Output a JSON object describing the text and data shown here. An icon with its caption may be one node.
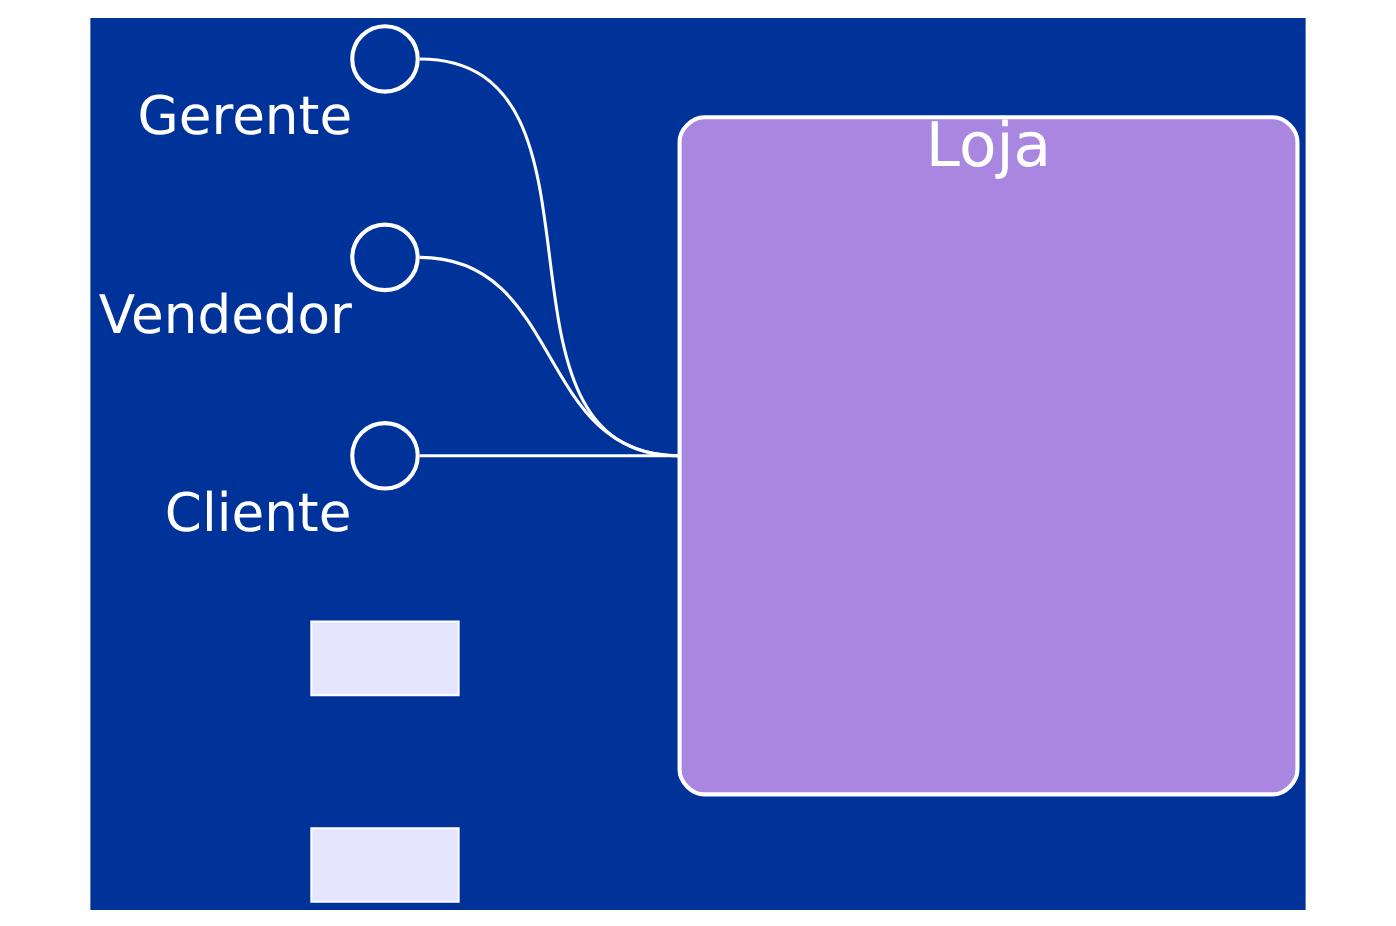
{
  "diagram": {
    "nodes": [
      {
        "text": [
          "Gerente"
        ]
      },
      {
        "text": [
          "Vendedor"
        ]
      },
      {
        "text": [
          "Cliente"
        ]
      },
      {
        "text": [
          "Loja"
        ]
      },
      {
        "text": [],
        "shape": "box"
      },
      {
        "text": [],
        "shape": "box"
      }
    ],
    "edges": [
      {
        "from": 0,
        "to": 3,
        "arrow": "none"
      },
      {
        "from": 1,
        "to": 3,
        "arrow": "none"
      },
      {
        "from": 2,
        "to": 3,
        "arrow": "none"
      }
    ]
  }
}
